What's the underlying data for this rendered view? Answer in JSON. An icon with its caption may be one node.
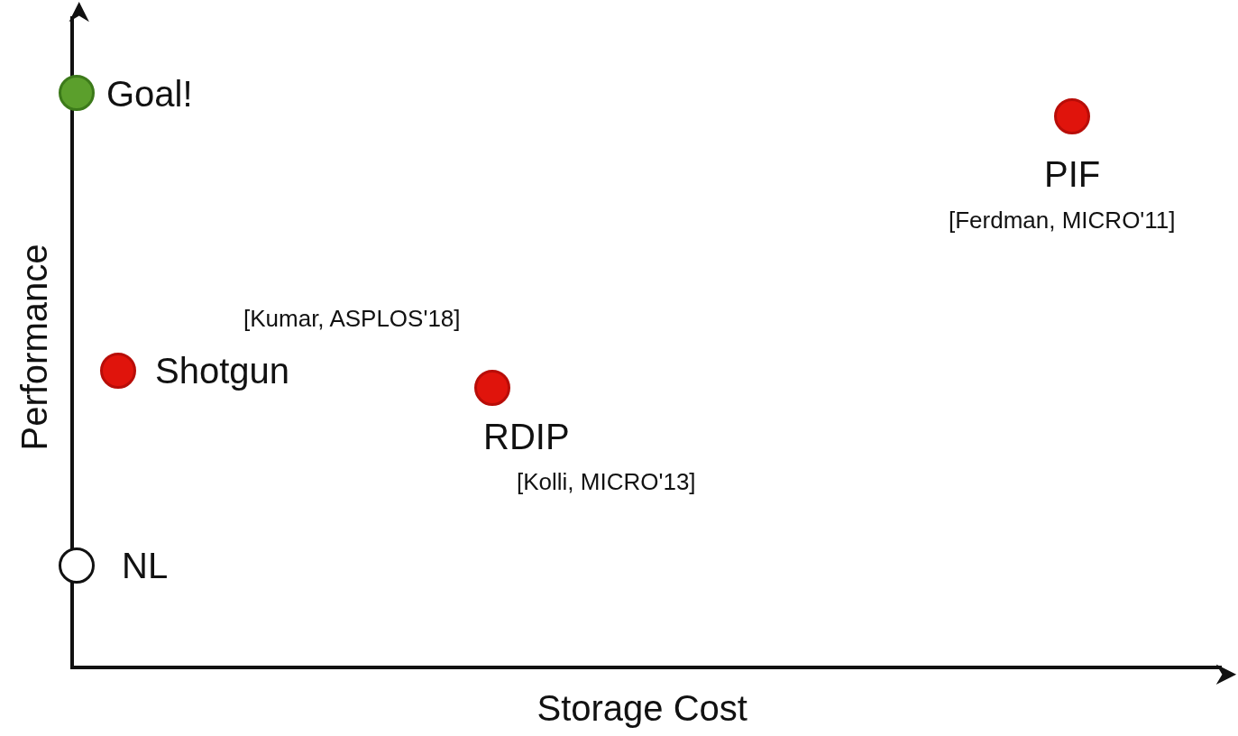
{
  "diagram": {
    "nodes": [
      {
        "text": [],
        "shape": "circle",
        "beside": [
          "Goal!"
        ]
      },
      {
        "text": [],
        "shape": "circle",
        "beside": [
          "PIF",
          "[Ferdman, MICRO'11]"
        ]
      },
      {
        "text": [],
        "shape": "circle",
        "beside": [
          "Shotgun",
          "[Kumar, ASPLOS'18]"
        ]
      },
      {
        "text": [],
        "shape": "circle",
        "beside": [
          "RDIP",
          "[Kolli, MICRO'13]"
        ]
      },
      {
        "text": [],
        "shape": "circle",
        "beside": [
          "NL"
        ]
      }
    ],
    "edges": [],
    "labels": [
      "Performance",
      "Storage Cost"
    ]
  }
}
